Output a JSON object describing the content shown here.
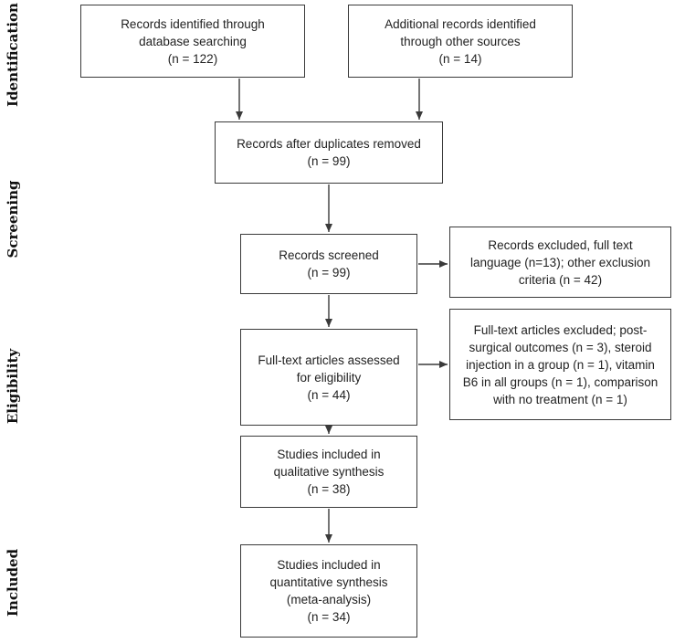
{
  "phases": {
    "identification": "Identification",
    "screening": "Screening",
    "eligibility": "Eligibility",
    "included": "Included"
  },
  "boxes": {
    "database": [
      "Records identified through",
      "database searching",
      "(n = 122)"
    ],
    "other_sources": [
      "Additional records identified",
      "through other sources",
      "(n = 14)"
    ],
    "duplicates_removed": [
      "Records after duplicates removed",
      "(n = 99)"
    ],
    "screened": [
      "Records screened",
      "(n = 99)"
    ],
    "excluded": [
      "Records excluded, full text",
      "language (n=13); other exclusion",
      "criteria (n = 42)"
    ],
    "fulltext_assessed": [
      "Full-text articles assessed",
      "for eligibility",
      "(n = 44)"
    ],
    "fulltext_excluded": [
      "Full-text articles excluded; post-",
      "surgical outcomes (n = 3), steroid",
      "injection in a group (n = 1), vitamin",
      "B6 in all groups (n = 1), comparison",
      "with no treatment (n = 1)"
    ],
    "qualitative": [
      "Studies included in",
      "qualitative synthesis",
      "(n = 38)"
    ],
    "quantitative": [
      "Studies included in",
      "quantitative synthesis",
      "(meta-analysis)",
      "(n = 34)"
    ]
  },
  "colors": {
    "stroke": "#3a3a3a",
    "text": "#222222"
  }
}
